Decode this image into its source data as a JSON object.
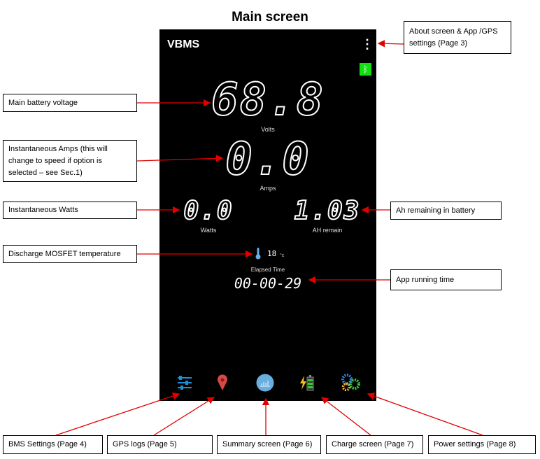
{
  "title": "Main screen",
  "app": {
    "name": "VBMS",
    "menu_icon": "more-vert-icon",
    "bluetooth_icon": "bluetooth-icon",
    "voltage": "68.8",
    "voltage_label": "Volts",
    "amps": "0.0",
    "amps_label": "Amps",
    "watts": "0.0",
    "watts_label": "Watts",
    "ah": "1.03",
    "ah_label": "AH remain",
    "temp": "18",
    "temp_unit": "°c",
    "elapsed_label": "Elapsed Time",
    "elapsed": "00-00-29",
    "nav": [
      "bms-settings-icon",
      "gps-pin-icon",
      "summary-chart-icon",
      "charge-battery-icon",
      "gears-icon"
    ]
  },
  "callouts": {
    "about": "About screen & App /GPS settings (Page 3)",
    "voltage": "Main battery voltage",
    "amps": "Instantaneous Amps (this will change to speed if option is selected – see Sec.1)",
    "watts": "Instantaneous Watts",
    "temp": "Discharge MOSFET temperature",
    "ah": "Ah remaining in battery",
    "time": "App running time",
    "bms": "BMS Settings (Page 4)",
    "gps": "GPS logs (Page 5)",
    "summary": "Summary screen (Page 6)",
    "charge": "Charge screen (Page 7)",
    "power": "Power settings (Page 8)"
  },
  "colors": {
    "arrow": "#e00000",
    "bt": "#10e010"
  }
}
